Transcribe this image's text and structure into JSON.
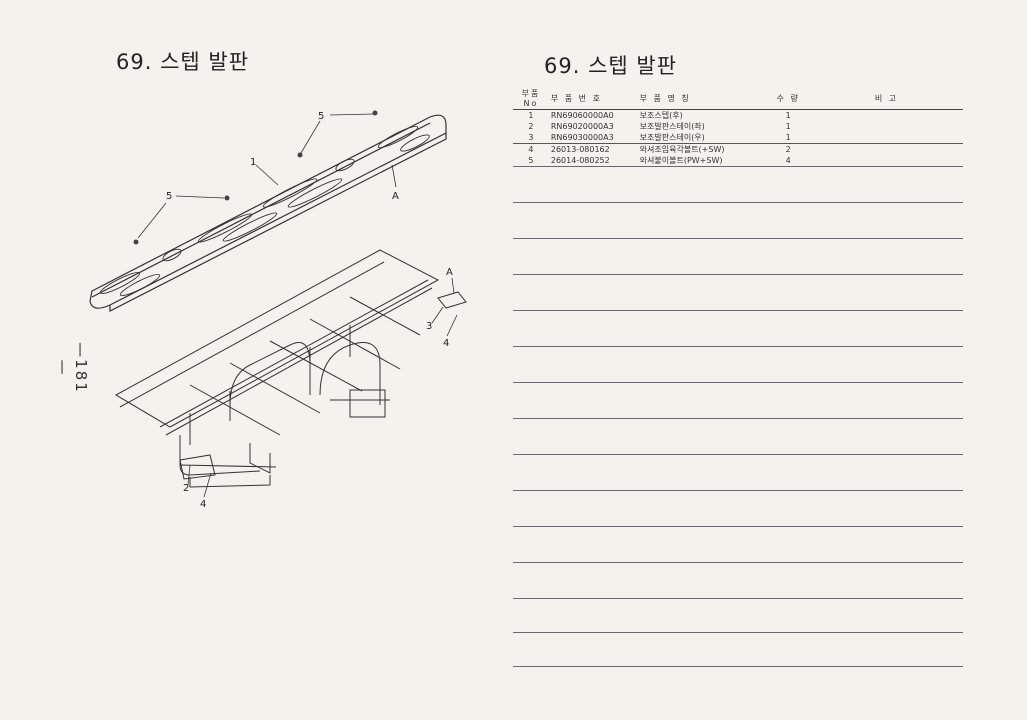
{
  "left_title": "69. 스텝 발판",
  "right_title": "69. 스텝 발판",
  "page_number": "—181—",
  "table": {
    "headers": [
      "부품No",
      "부 품 번 호",
      "부 품 명 칭",
      "수 량",
      "비 고"
    ],
    "rows": [
      {
        "no": "1",
        "part_no": "RN69060000A0",
        "name": "보조스텝(후)",
        "qty": "1",
        "note": ""
      },
      {
        "no": "2",
        "part_no": "RN69020000A3",
        "name": "보조발판스테이(좌)",
        "qty": "1",
        "note": ""
      },
      {
        "no": "3",
        "part_no": "RN69030000A3",
        "name": "보조발판스테이(우)",
        "qty": "1",
        "note": ""
      },
      {
        "no": "4",
        "part_no": "26013-080162",
        "name": "와셔조임육각볼트(+SW)",
        "qty": "2",
        "note": ""
      },
      {
        "no": "5",
        "part_no": "26014-080252",
        "name": "와셔붙이볼트(PW+SW)",
        "qty": "4",
        "note": ""
      }
    ]
  },
  "diagram": {
    "callouts": [
      "5",
      "1",
      "A",
      "5",
      "A",
      "3",
      "4",
      "2",
      "4"
    ]
  }
}
